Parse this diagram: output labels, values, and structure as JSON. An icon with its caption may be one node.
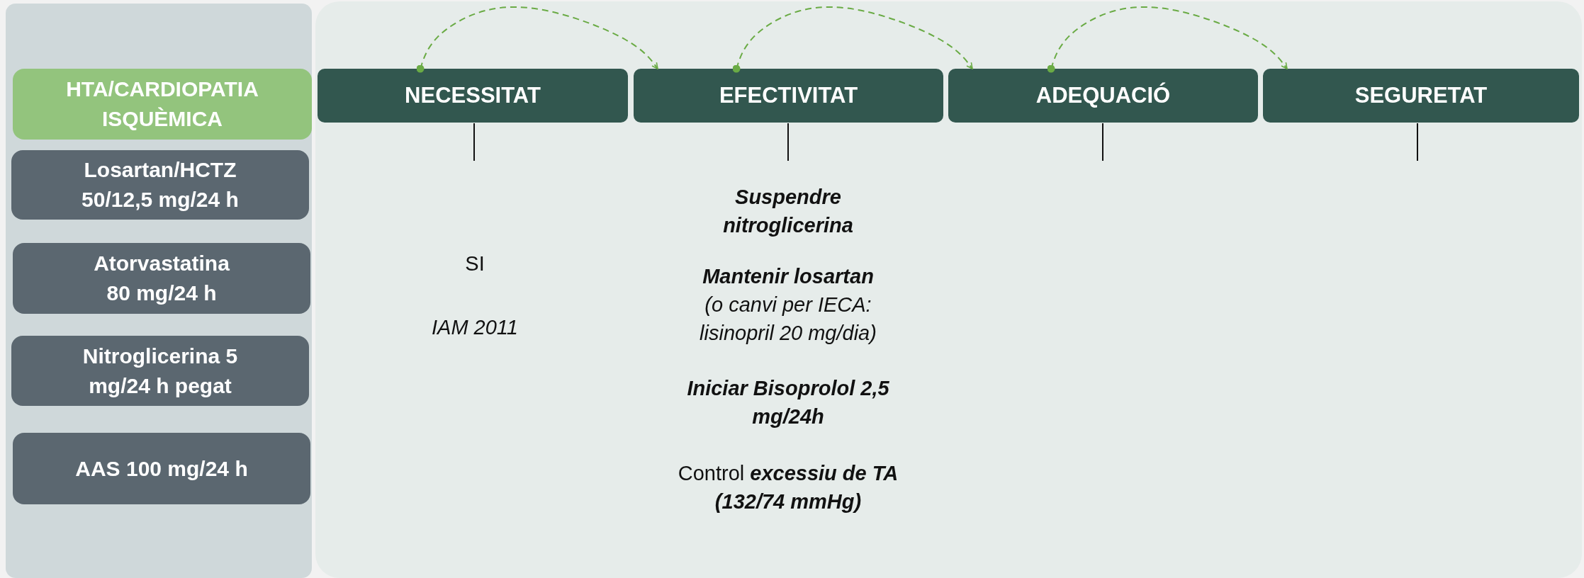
{
  "diagram": {
    "nodes": [
      {
        "text": [],
        "shape": "box"
      },
      {
        "text": [
          "HTA/CARDIOPATIA ISQUÈMICA"
        ],
        "in": 0
      },
      {
        "text": [
          "Losartan/HCTZ 50/12,5 mg/24 h"
        ],
        "in": 0
      },
      {
        "text": [
          "Atorvastatina 80 mg/24 h"
        ],
        "in": 0
      },
      {
        "text": [
          "Nitroglicerina 5 mg/24 h pegat"
        ],
        "in": 0
      },
      {
        "text": [
          "AAS 100 mg/24 h"
        ],
        "in": 0
      },
      {
        "text": [],
        "shape": "box"
      },
      {
        "text": [
          "NECESSITAT"
        ],
        "in": 6
      },
      {
        "text": [
          "EFECTIVITAT"
        ],
        "in": 6
      },
      {
        "text": [
          "ADEQUACIÓ"
        ],
        "in": 6
      },
      {
        "text": [
          "SEGURETAT"
        ],
        "in": 6
      }
    ],
    "edges": [
      {
        "from": 7,
        "to": 8,
        "arrow": "to",
        "style": "dashed"
      },
      {
        "from": 8,
        "to": 9,
        "arrow": "to",
        "style": "dashed"
      },
      {
        "from": 9,
        "to": 10,
        "arrow": "to",
        "style": "dashed"
      }
    ],
    "labels": [
      "SI",
      "IAM 2011",
      "Suspendre nitroglicerina",
      "**Mantenir losartan** (o canvi per IECA: lisinopril 20 mg/dia)",
      "Iniciar Bisoprolol 2,5 mg/24h",
      "Control **excessiu de TA (132/74 mmHg)**"
    ]
  }
}
